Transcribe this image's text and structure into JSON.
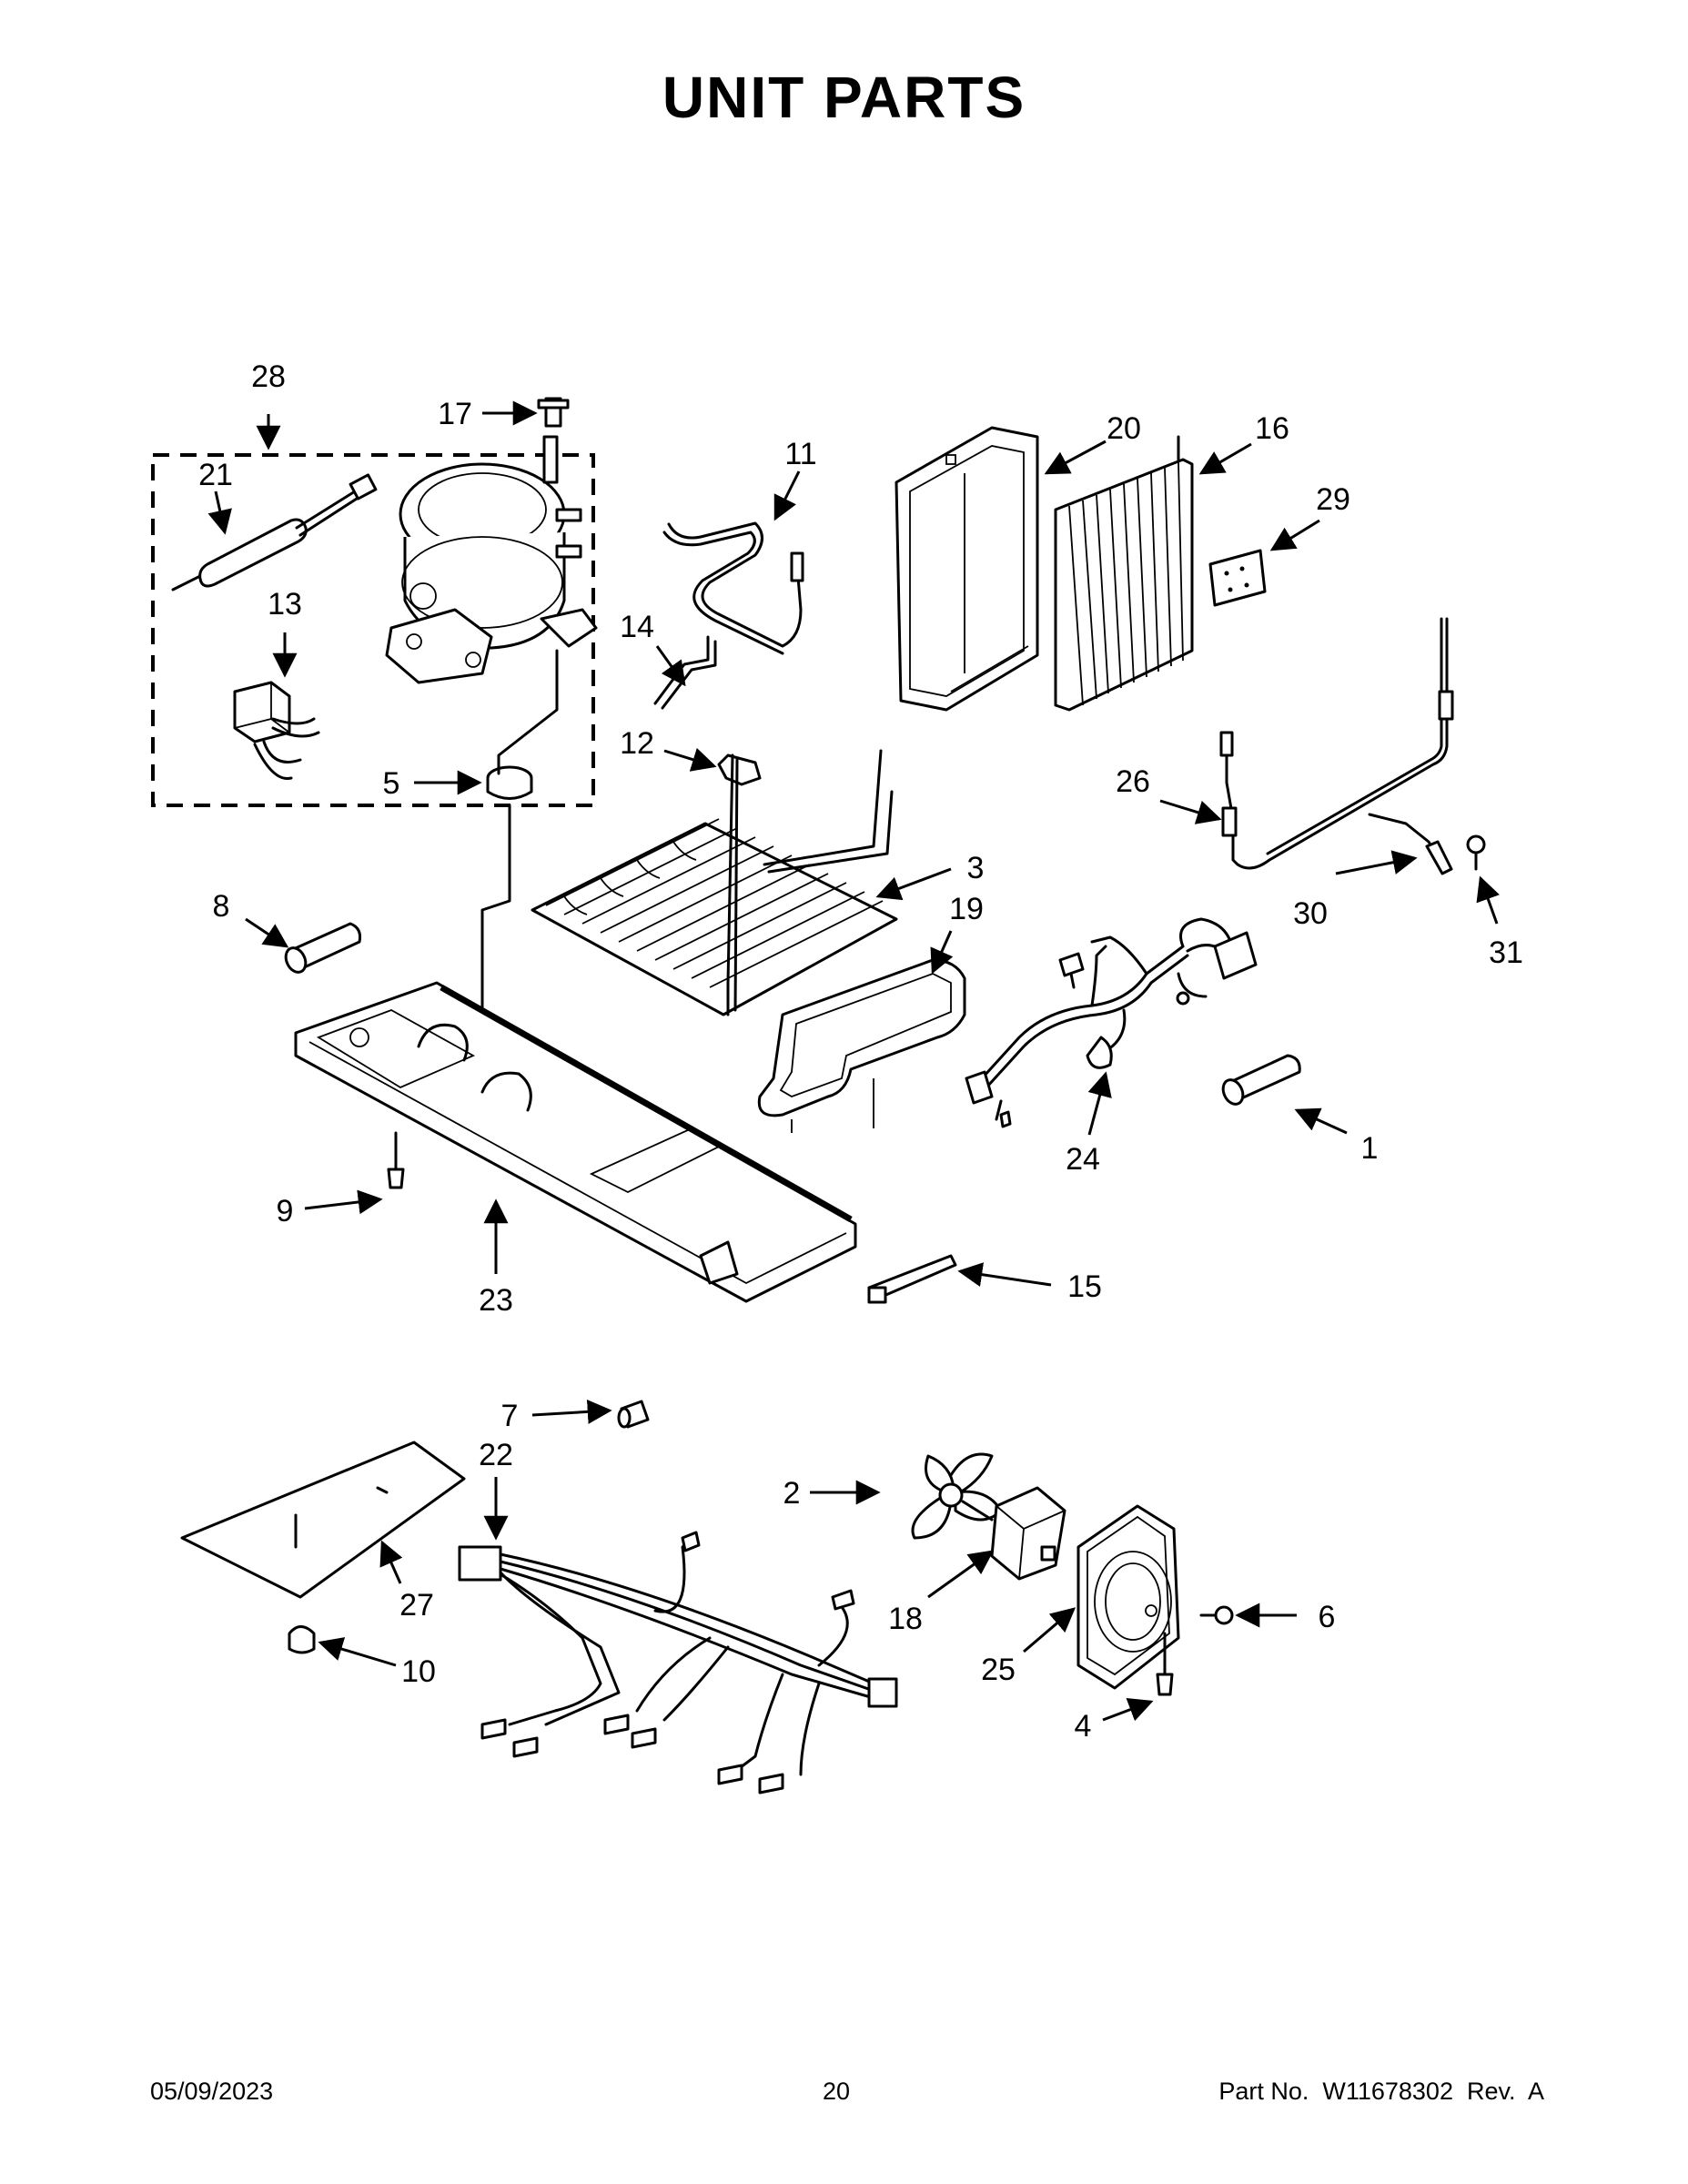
{
  "header": {
    "title": "UNIT PARTS"
  },
  "footer": {
    "date": "05/09/2023",
    "page": "20",
    "part_number": "Part No.  W11678302  Rev.  A"
  },
  "callouts": {
    "c1": "1",
    "c2": "2",
    "c3": "3",
    "c4": "4",
    "c5": "5",
    "c6": "6",
    "c7": "7",
    "c8": "8",
    "c9": "9",
    "c10": "10",
    "c11": "11",
    "c12": "12",
    "c13": "13",
    "c14": "14",
    "c15": "15",
    "c16": "16",
    "c17": "17",
    "c18": "18",
    "c19": "19",
    "c20": "20",
    "c21": "21",
    "c22": "22",
    "c23": "23",
    "c24": "24",
    "c25": "25",
    "c26": "26",
    "c27": "27",
    "c28": "28",
    "c29": "29",
    "c30": "30",
    "c31": "31"
  }
}
